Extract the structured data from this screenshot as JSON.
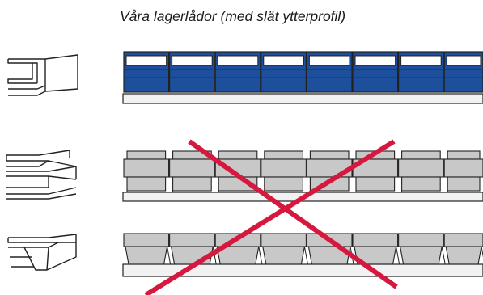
{
  "caption": "Våra lagerlådor (med slät ytterprofil)",
  "colors": {
    "box_blue": "#1d4f9c",
    "box_gray": "#c8c8c8",
    "cross_red": "#d6173e",
    "outline": "#222222",
    "shelf": "#f2f2f2"
  },
  "rows": [
    {
      "profile": "smooth",
      "box_color": "blue",
      "crossed_out": false
    },
    {
      "profile": "stepped",
      "box_color": "gray",
      "crossed_out": true
    },
    {
      "profile": "tapered",
      "box_color": "gray",
      "crossed_out": true
    }
  ]
}
